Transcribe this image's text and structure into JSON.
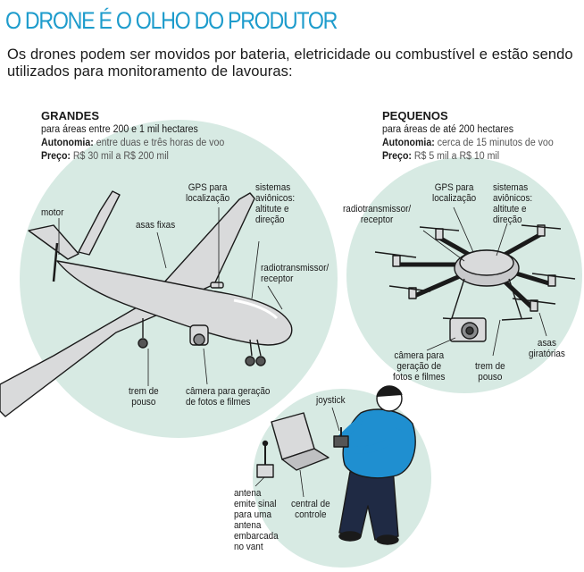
{
  "title": "O DRONE É O OLHO DO PRODUTOR",
  "subtitle": "Os drones podem ser movidos por bateria, eletricidade ou combustível e estão sendo utilizados para monitoramento de lavouras:",
  "large": {
    "heading": "GRANDES",
    "area": "para áreas entre 200 e 1 mil hectares",
    "autonomy_label": "Autonomia:",
    "autonomy_value": "entre duas e três horas de voo",
    "price_label": "Preço:",
    "price_value": "R$ 30 mil a R$ 200 mil",
    "labels": {
      "motor": "motor",
      "wings": "asas fixas",
      "gps": "GPS para\nlocalização",
      "avionics": "sistemas\naviônicos:\naltitute e\ndireção",
      "radio": "radiotransmissor/\nreceptor",
      "gear": "trem de\npouso",
      "camera": "câmera para geração\nde fotos e filmes"
    }
  },
  "small": {
    "heading": "PEQUENOS",
    "area": "para áreas de até 200 hectares",
    "autonomy_label": "Autonomia:",
    "autonomy_value": "cerca de 15 minutos de voo",
    "price_label": "Preço:",
    "price_value": "R$ 5 mil a R$ 10 mil",
    "labels": {
      "radio": "radiotransmissor/\nreceptor",
      "gps": "GPS para\nlocalização",
      "avionics": "sistemas\naviônicos:\naltitute e\ndireção",
      "rotors": "asas\ngiratórias",
      "camera": "câmera para\ngeração de\nfotos e filmes",
      "gear": "trem de\npouso"
    }
  },
  "control": {
    "joystick": "joystick",
    "antenna": "antena\nemite sinal\npara uma\nantena\nembarcada\nno vant",
    "central": "central de\ncontrole"
  },
  "colors": {
    "title": "#1e9ccc",
    "circle": "#d7eae3",
    "drone": "#d9dadb",
    "outline": "#1a1a1a",
    "shirt": "#1f8fd0",
    "pants": "#1f2a44"
  }
}
